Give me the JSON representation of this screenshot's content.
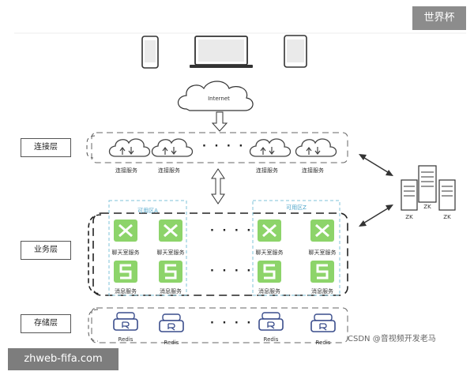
{
  "badges": {
    "top_right": "世界杯",
    "bottom_left": "zhweb-fifa.com"
  },
  "watermark": "CSDN @音视频开发老马",
  "cloud": {
    "label": "Internet"
  },
  "layers": {
    "connection": "连接层",
    "business": "业务层",
    "storage": "存储层"
  },
  "connection_services": [
    "连接服务",
    "连接服务",
    "连接服务",
    "连接服务"
  ],
  "availability_zones": [
    "可用区A",
    "可用区Z"
  ],
  "chat_services": [
    "聊天室服务",
    "聊天室服务",
    "聊天室服务",
    "聊天室服务"
  ],
  "message_services": [
    "消息服务",
    "消息服务",
    "消息服务",
    "消息服务"
  ],
  "storage_services": [
    "Redis",
    "Redis",
    "Redis",
    "Redis"
  ],
  "zk_labels": [
    "ZK",
    "ZK",
    "ZK"
  ],
  "ellipsis": "· · · ·",
  "colors": {
    "green": "#8dd46a",
    "az_border": "#7fc3d9",
    "az_text": "#4aa3c8",
    "redis": "#3a4d8c"
  }
}
